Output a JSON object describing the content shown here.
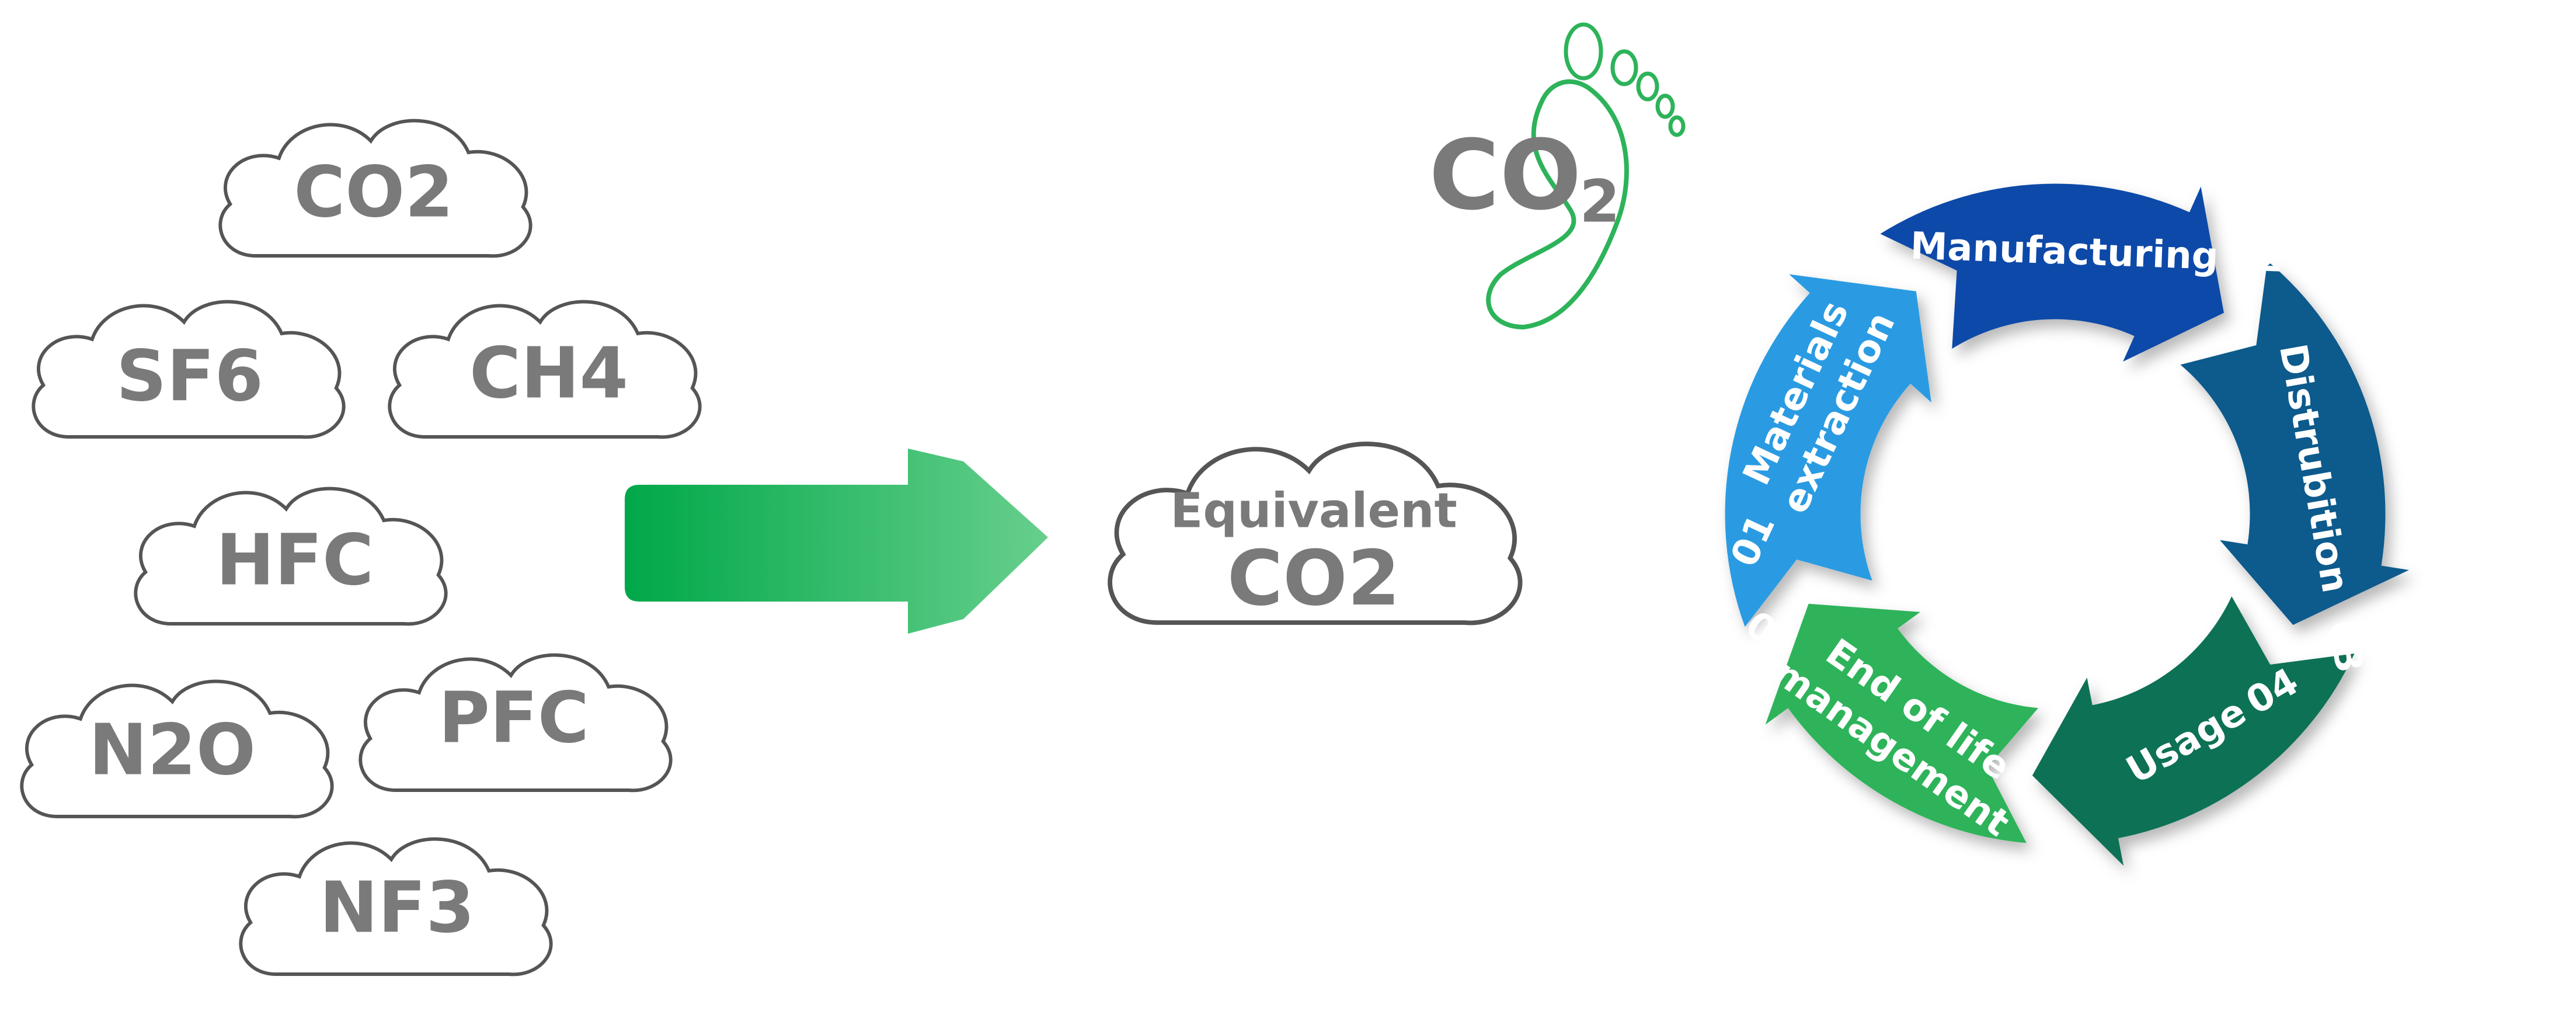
{
  "gases": [
    {
      "id": "co2",
      "label": "CO2"
    },
    {
      "id": "sf6",
      "label": "SF6"
    },
    {
      "id": "ch4",
      "label": "CH4"
    },
    {
      "id": "hfc",
      "label": "HFC"
    },
    {
      "id": "n2o",
      "label": "N2O"
    },
    {
      "id": "pfc",
      "label": "PFC"
    },
    {
      "id": "nf3",
      "label": "NF3"
    }
  ],
  "equivalent": {
    "line1": "Equivalent",
    "line2": "CO2"
  },
  "footprint": {
    "co": "CO",
    "sub": "2"
  },
  "cycle": [
    {
      "num": "01",
      "line1": "Materials",
      "line2": "extraction",
      "color": "#2a9be2"
    },
    {
      "num": "02",
      "line1": "Manufacturing",
      "line2": "",
      "color": "#0e49a8"
    },
    {
      "num": "03",
      "line1": "Distrubition",
      "line2": "",
      "color": "#0c5a8c"
    },
    {
      "num": "04",
      "line1": "Usage",
      "line2": "",
      "color": "#0d7155"
    },
    {
      "num": "05",
      "line1": "End of life",
      "line2": "management",
      "color": "#2db35a"
    }
  ],
  "colors": {
    "arrow_start": "#00a849",
    "arrow_end": "#67cf8d",
    "cloud_text": "#7a7a7a",
    "footprint": "#2db35a"
  }
}
